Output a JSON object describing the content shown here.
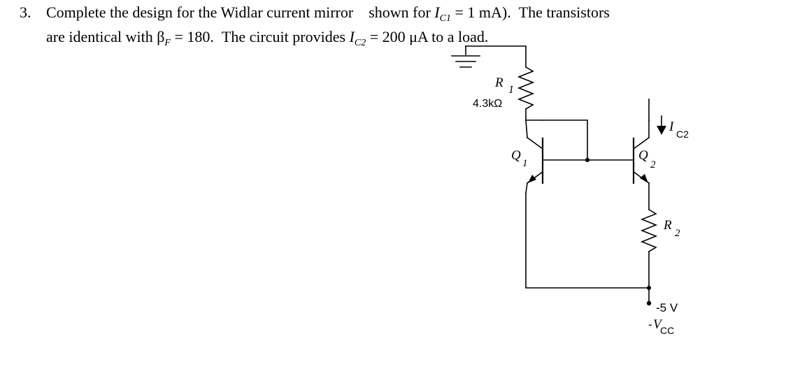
{
  "problem": {
    "number": "3.",
    "line1": {
      "a": "Complete the design for the Widlar current mirror",
      "b": "shown for",
      "ic_symbol": "I",
      "ic_sub": "C1",
      "c": "= 1 mA).",
      "d": "The transistors"
    },
    "line2": {
      "a": "are identical with β",
      "beta_sub": "F",
      "b": "= 180.",
      "c": "The circuit provides",
      "ic_symbol": "I",
      "ic_sub": "C2",
      "d": "= 200 μA to a load."
    }
  },
  "circuit": {
    "r1": {
      "name": "R",
      "sub": "1",
      "value": "4.3kΩ"
    },
    "r2": {
      "name": "R",
      "sub": "2"
    },
    "q1": {
      "name": "Q",
      "sub": "1"
    },
    "q2": {
      "name": "Q",
      "sub": "2"
    },
    "ic2": {
      "name": "I",
      "sub": "C2"
    },
    "supply": {
      "value": "-5 V",
      "prefix": "-",
      "name": "V",
      "sub": "CC"
    }
  },
  "colors": {
    "ink": "#000000",
    "background": "#ffffff"
  }
}
